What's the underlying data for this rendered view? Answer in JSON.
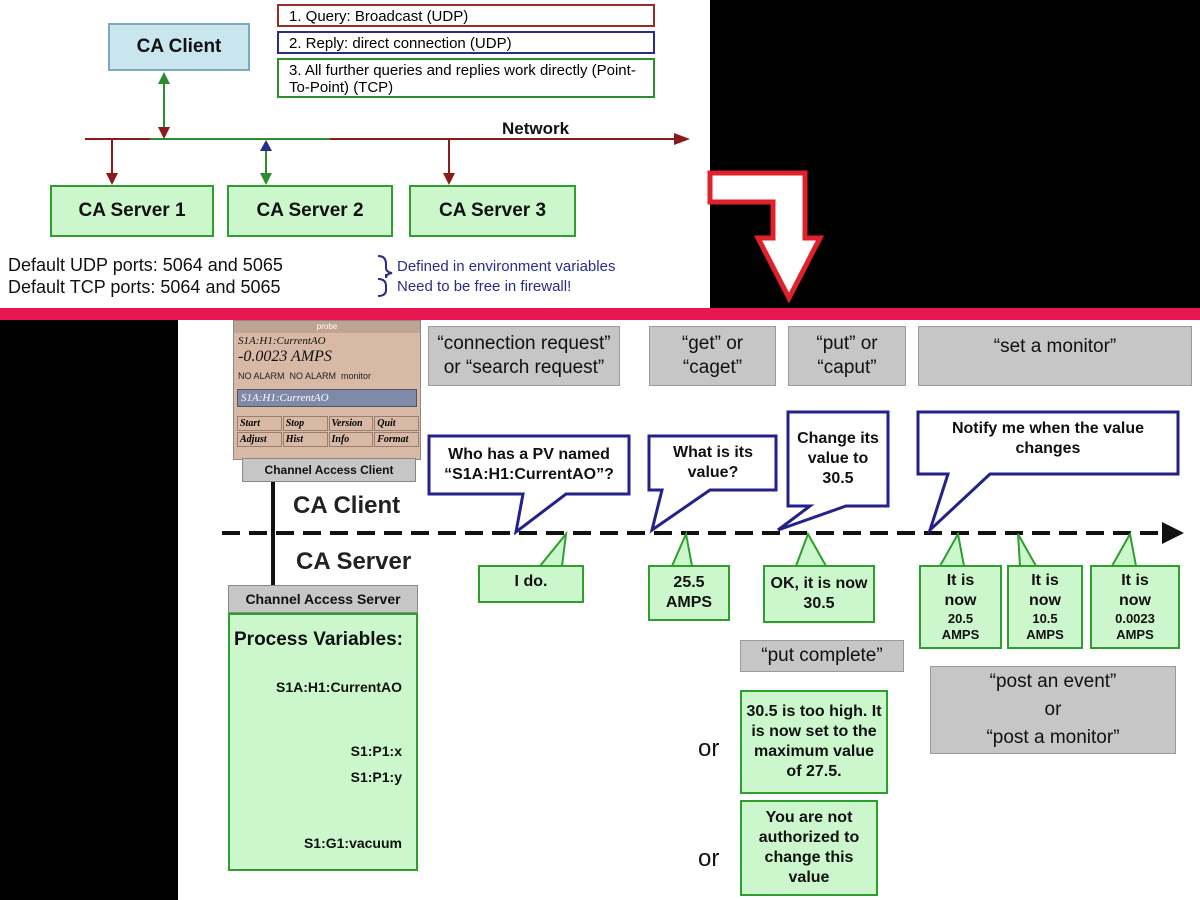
{
  "top": {
    "ca_client": "CA Client",
    "network_label": "Network",
    "steps": [
      "1. Query: Broadcast (UDP)",
      "2. Reply: direct connection (UDP)",
      "3. All further queries and replies work directly (Point-To-Point) (TCP)"
    ],
    "servers": [
      "CA Server 1",
      "CA Server 2",
      "CA Server 3"
    ],
    "ports": [
      "Default UDP ports: 5064 and 5065",
      "Default TCP ports: 5064 and 5065"
    ],
    "port_notes": [
      "Defined in environment variables",
      "Need to be free in firewall!"
    ]
  },
  "probe": {
    "title": "probe",
    "pv_name": "S1A:H1:CurrentAO",
    "value": "-0.0023 AMPS",
    "alarm": "NO ALARM  NO ALARM  monitor",
    "input": "S1A:H1:CurrentAO",
    "buttons": [
      "Start",
      "Stop",
      "Version",
      "Quit",
      "Adjust",
      "Hist",
      "Info",
      "Format"
    ],
    "caption": "Channel Access Client"
  },
  "timeline": {
    "client_label": "CA Client",
    "server_label": "CA Server"
  },
  "request_labels": [
    "“connection request” or “search request”",
    "“get” or “caget”",
    "“put” or “caput”",
    "“set a monitor”"
  ],
  "bubbles": [
    "Who has a PV named “S1A:H1:CurrentAO”?",
    "What is its value?",
    "Change its value to 30.5",
    "Notify me when the value changes"
  ],
  "replies": [
    "I do.",
    "25.5 AMPS",
    "OK, it is now 30.5"
  ],
  "monitor_replies": [
    {
      "top": "It is now",
      "bottom": "20.5 AMPS"
    },
    {
      "top": "It is now",
      "bottom": "10.5 AMPS"
    },
    {
      "top": "It is now",
      "bottom": "0.0023 AMPS"
    }
  ],
  "put_complete": "“put complete”",
  "post_event": {
    "a": "“post an event”",
    "b": "or",
    "c": "“post a monitor”"
  },
  "alt_replies": [
    "30.5 is too high. It is now set to the maximum value of 27.5.",
    "You are not authorized to change this value"
  ],
  "or_label": "or",
  "server_box": {
    "header": "Channel Access Server",
    "title": "Process Variables:",
    "pvs": [
      "S1A:H1:CurrentAO",
      "S1:P1:x",
      "S1:P1:y",
      "S1:G1:vacuum"
    ]
  },
  "colors": {
    "network_line": "#8b1a1a",
    "green_link": "#2e8b2e",
    "blue_link": "#2b2b8a",
    "pink_bar": "#e8174f",
    "red_arrow": "#e0202a"
  }
}
